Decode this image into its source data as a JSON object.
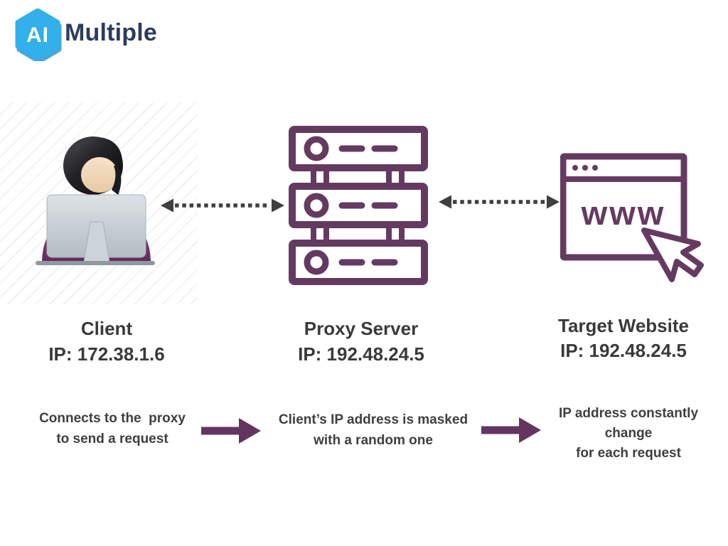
{
  "brand": {
    "badge": "AI",
    "name": "Multiple"
  },
  "icons": {
    "www_label": "www"
  },
  "nodes": {
    "client": {
      "title": "Client",
      "ip": "IP: 172.38.1.6"
    },
    "proxy": {
      "title": "Proxy Server",
      "ip": "IP: 192.48.24.5"
    },
    "target": {
      "title": "Target Website",
      "ip": "IP: 192.48.24.5"
    }
  },
  "steps": {
    "step1": {
      "line1": "Connects to the  proxy",
      "line2": "to send a request"
    },
    "step2": {
      "line1": "Client’s IP address is masked",
      "line2": "with a random one"
    },
    "step3": {
      "line1": "IP address constantly",
      "line2": "change",
      "line3": "for each request"
    }
  },
  "colors": {
    "icon_purple": "#653a61",
    "arrow_purple": "#643560",
    "dotted_arrow_gray": "#3f3f3f",
    "text_dark": "#3a3a3a",
    "logo_blue": "#31b0ec",
    "logo_navy": "#2b3c5e"
  }
}
